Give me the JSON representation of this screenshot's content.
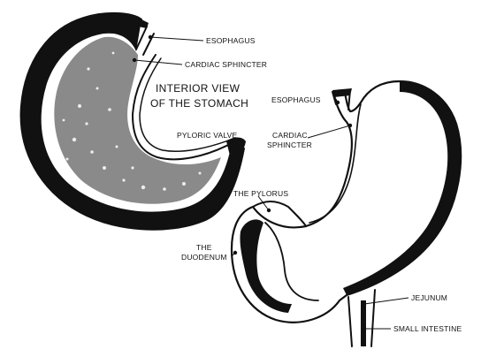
{
  "heading": {
    "line1": "INTERIOR VIEW",
    "line2": "OF THE STOMACH"
  },
  "interior_view": {
    "esophagus": "ESOPHAGUS",
    "cardiac_sphincter": "CARDIAC SPHINCTER",
    "pyloric_valve": "PYLORIC VALVE"
  },
  "exterior_view": {
    "esophagus": "ESOPHAGUS",
    "cardiac_sphincter_1": "CARDIAC",
    "cardiac_sphincter_2": "SPHINCTER",
    "pylorus": "THE PYLORUS",
    "duodenum_1": "THE",
    "duodenum_2": "DUODENUM",
    "jejunum": "JEJUNUM",
    "small_intestine": "SMALL INTESTINE"
  }
}
